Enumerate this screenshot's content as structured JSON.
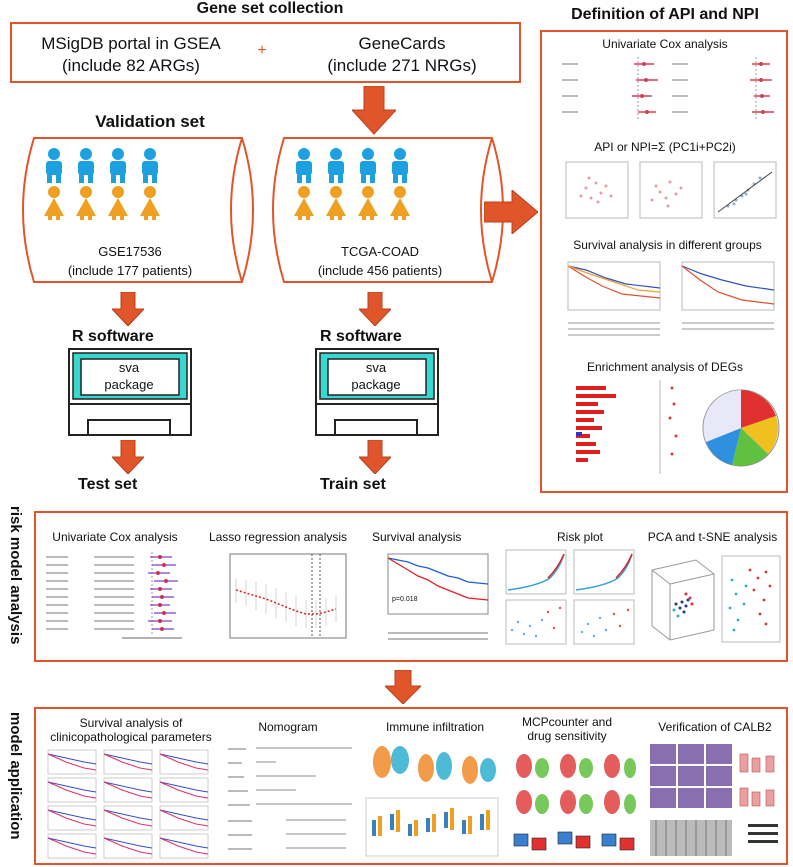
{
  "top": {
    "gene_set_title": "Gene set collection",
    "msigdb_line1": "MSigDB portal in GSEA",
    "msigdb_line2": "(include 82 ARGs)",
    "plus": "+",
    "genecards_line1": "GeneCards",
    "genecards_line2": "(include 271 NRGs)"
  },
  "validation": {
    "title": "Validation set",
    "dataset": "GSE17536",
    "patients": "(include 177 patients)",
    "r_software": "R software",
    "sva1": "sva",
    "sva2": "package",
    "result": "Test set"
  },
  "train": {
    "dataset": "TCGA-COAD",
    "patients": "(include 456 patients)",
    "r_software": "R software",
    "sva1": "sva",
    "sva2": "package",
    "result": "Train set"
  },
  "definition": {
    "title": "Definition of API and NPI",
    "cox": "Univariate Cox analysis",
    "formula": "API or NPI=Σ (PC1i+PC2i)",
    "survival": "Survival analysis in different groups",
    "enrichment": "Enrichment analysis of DEGs"
  },
  "risk": {
    "side_label": "risk model analysis",
    "cox": "Univariate Cox analysis",
    "lasso": "Lasso regression analysis",
    "survival": "Survival analysis",
    "riskplot": "Risk plot",
    "pca": "PCA and t-SNE  analysis",
    "pvalue": "p=0.018"
  },
  "application": {
    "side_label": "model application",
    "surv_line1": "Survival analysis of",
    "surv_line2": "clinicopathological parameters",
    "nomogram": "Nomogram",
    "immune": "Immune infiltration",
    "mcp_line1": "MCPcounter and",
    "mcp_line2": "drug sensitivity",
    "calb2": "Verification of CALB2"
  },
  "colors": {
    "orange": "#e0562a",
    "person_blue": "#1e9fe0",
    "person_orange": "#f0a020",
    "cyan": "#38d8d0"
  }
}
